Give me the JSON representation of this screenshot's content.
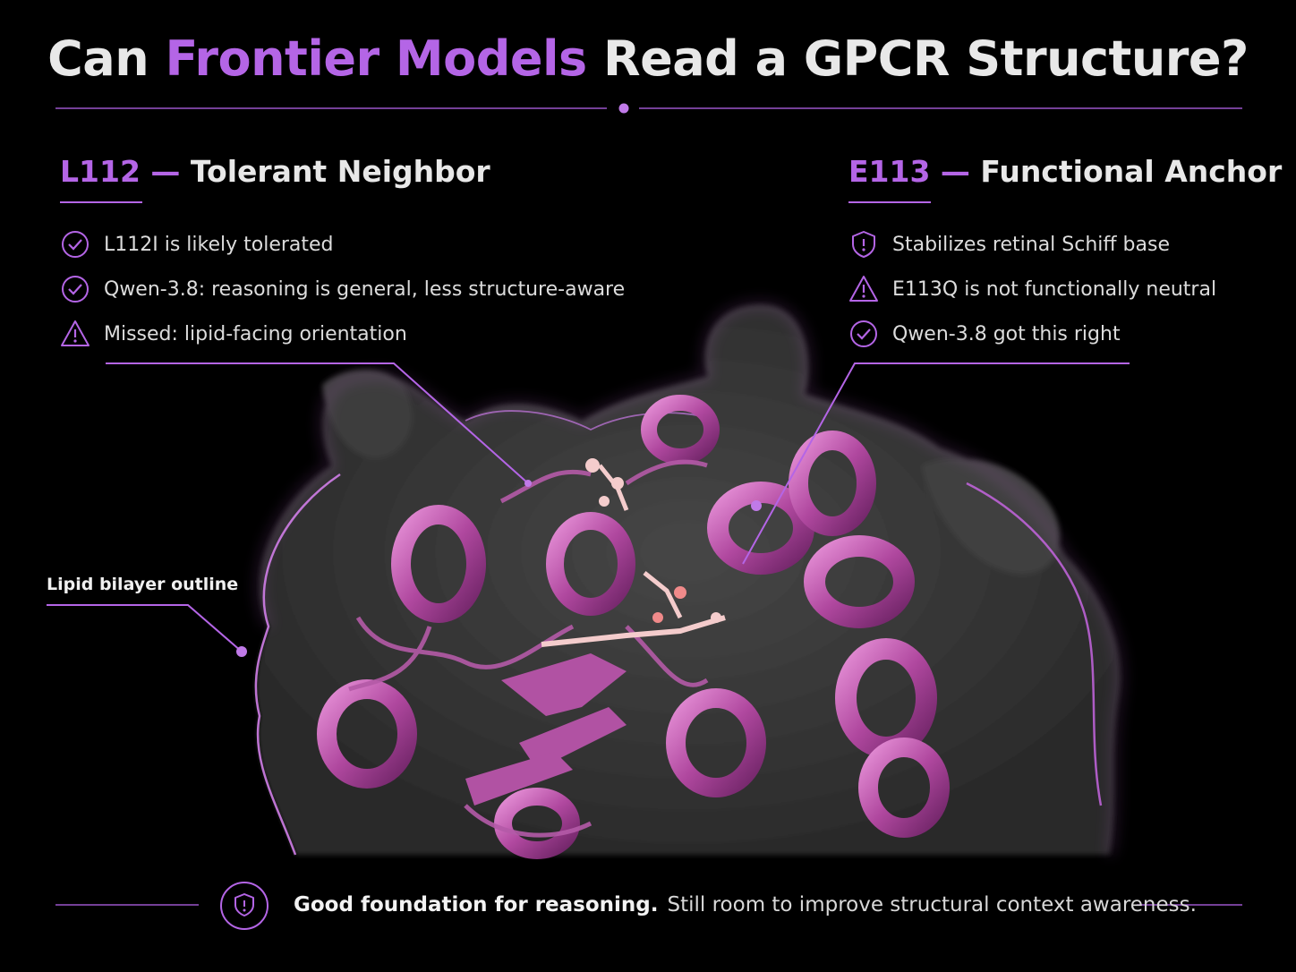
{
  "title": {
    "prefix": "Can ",
    "accent": "Frontier Models",
    "suffix": " Read a GPCR Structure?"
  },
  "left": {
    "code": "L112",
    "dash": " — ",
    "heading": "Tolerant Neighbor",
    "items": [
      {
        "icon": "check-circle-icon",
        "text": "L112I is likely tolerated"
      },
      {
        "icon": "check-circle-icon",
        "text": "Qwen-3.8: reasoning is general, less structure-aware"
      },
      {
        "icon": "warning-triangle-icon",
        "text": "Missed: lipid-facing orientation"
      }
    ]
  },
  "right": {
    "code": "E113",
    "dash": " — ",
    "heading": "Functional Anchor",
    "items": [
      {
        "icon": "shield-icon",
        "text": "Stabilizes retinal Schiff base"
      },
      {
        "icon": "warning-triangle-icon",
        "text": "E113Q is not functionally neutral"
      },
      {
        "icon": "check-circle-icon",
        "text": "Qwen-3.8 got this right"
      }
    ]
  },
  "lipid_label": "Lipid bilayer outline",
  "footer": {
    "icon": "shield-icon",
    "strong": "Good foundation for reasoning.",
    "rest": "Still room to improve structural context awareness."
  },
  "colors": {
    "accent": "#b465e6",
    "protein": "#b0489f",
    "surface": "#3a3a3a",
    "ligand": "#f2c9c9",
    "background": "#000000"
  }
}
